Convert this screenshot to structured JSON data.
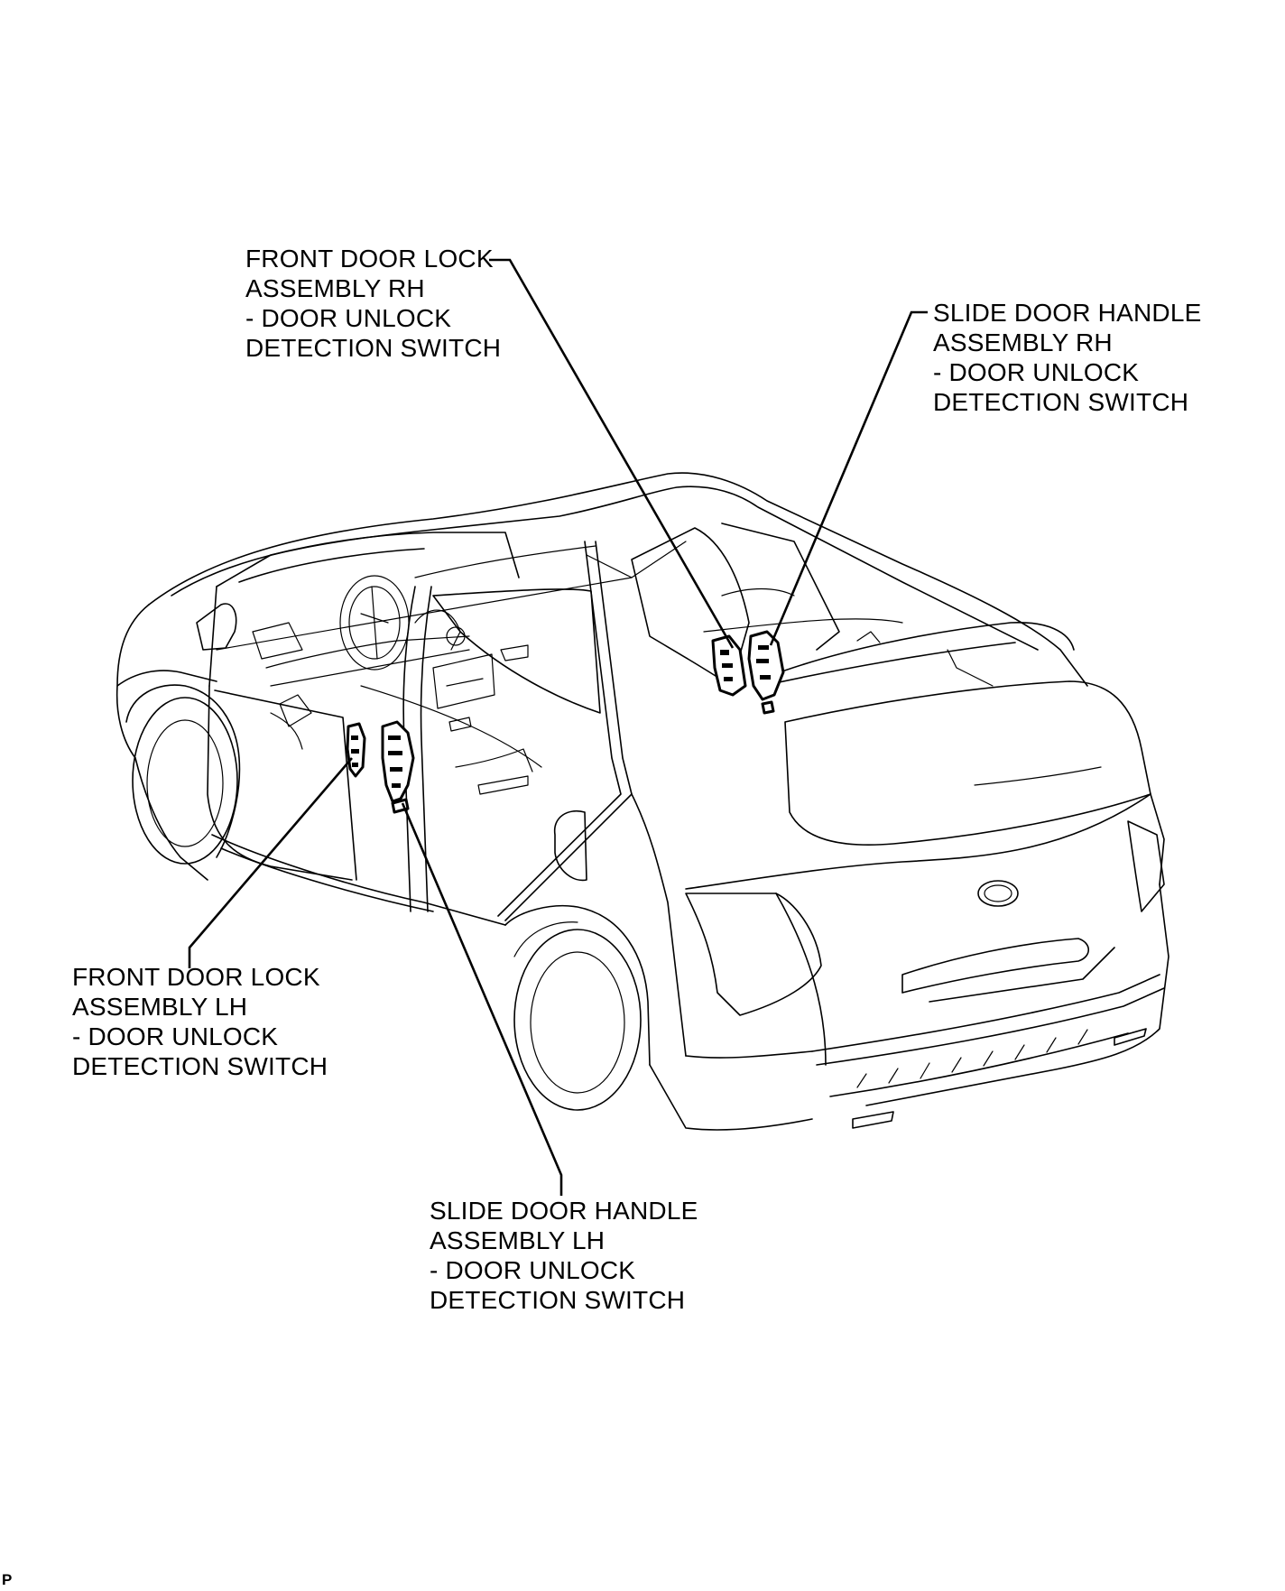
{
  "labels": {
    "front_door_lock_rh": {
      "line1": "FRONT DOOR LOCK",
      "line2": "ASSEMBLY RH",
      "sub1": "- DOOR UNLOCK",
      "sub2": "DETECTION SWITCH"
    },
    "slide_door_handle_rh": {
      "line1": "SLIDE DOOR HANDLE",
      "line2": "ASSEMBLY RH",
      "sub1": "- DOOR UNLOCK",
      "sub2": "DETECTION SWITCH"
    },
    "front_door_lock_lh": {
      "line1": "FRONT DOOR LOCK",
      "line2": "ASSEMBLY LH",
      "sub1": "- DOOR UNLOCK",
      "sub2": "DETECTION SWITCH"
    },
    "slide_door_handle_lh": {
      "line1": "SLIDE DOOR HANDLE",
      "line2": "ASSEMBLY LH",
      "sub1": "- DOOR UNLOCK",
      "sub2": "DETECTION SWITCH"
    }
  },
  "corner_mark": "P"
}
